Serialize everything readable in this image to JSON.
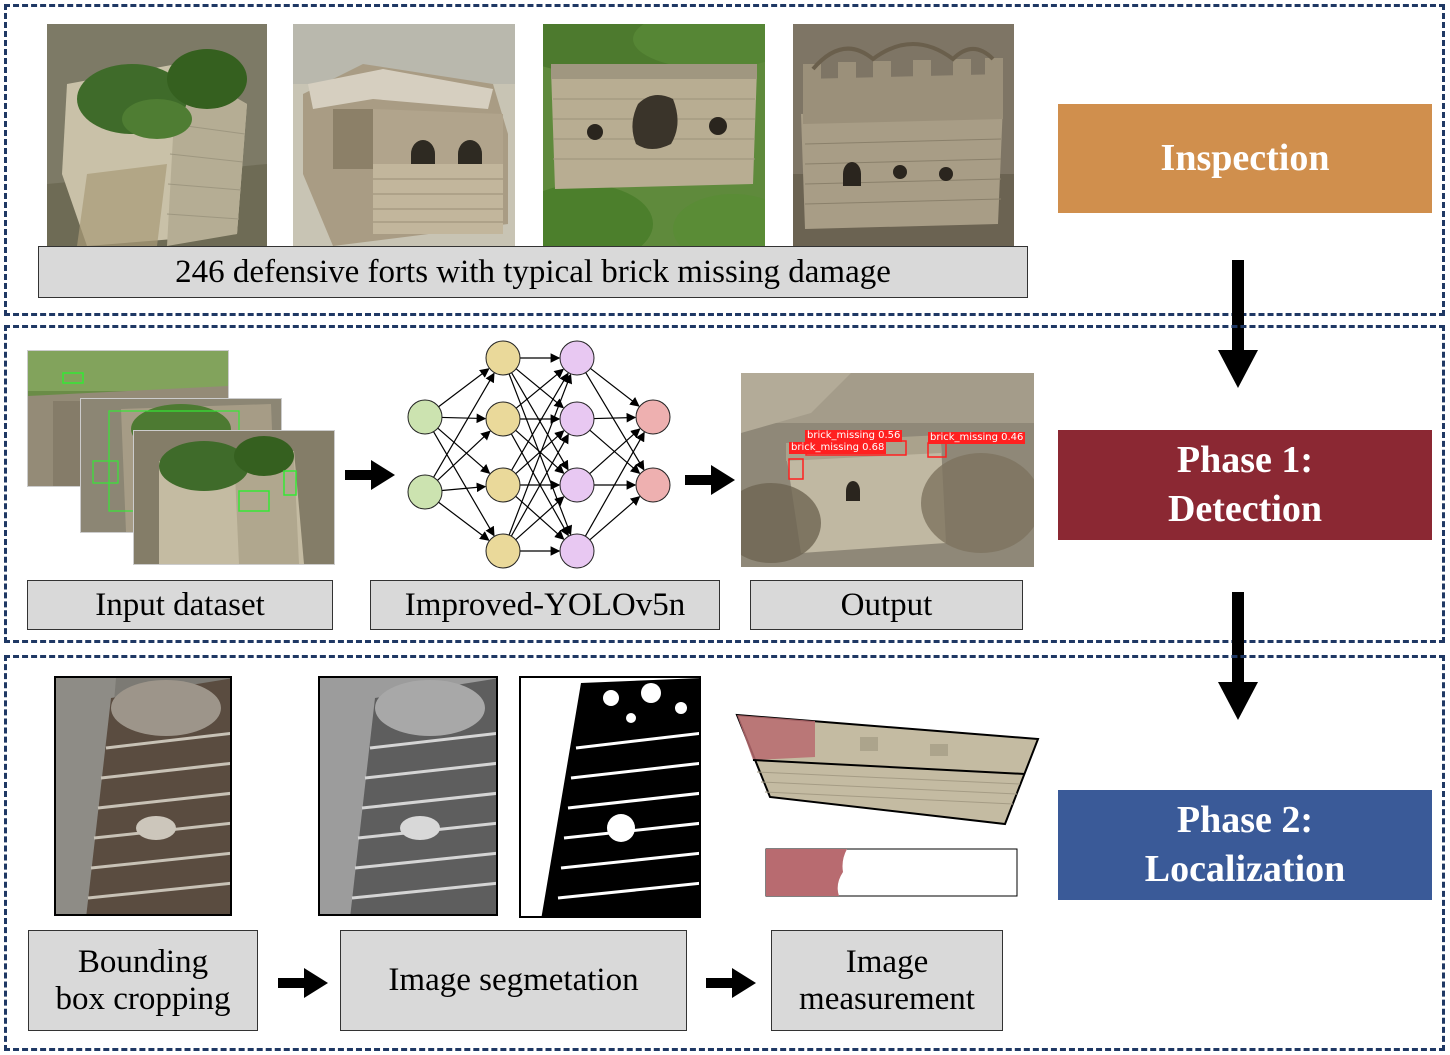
{
  "inspection": {
    "caption": "246 defensive forts with typical brick missing damage",
    "phase_label": "Inspection",
    "photo_icons": [
      "fort-photo-1",
      "fort-photo-2",
      "fort-photo-3",
      "fort-photo-4"
    ]
  },
  "detection": {
    "phase_label_line1": "Phase 1:",
    "phase_label_line2": "Detection",
    "input_label": "Input dataset",
    "model_label": "Improved-YOLOv5n",
    "output_label": "Output",
    "detections": [
      {
        "text": "brick_missing 0.56"
      },
      {
        "text": "brick_missing 0.68"
      },
      {
        "text": "brick_missing 0.46"
      }
    ]
  },
  "localization": {
    "phase_label_line1": "Phase 2:",
    "phase_label_line2": "Localization",
    "crop_label_line1": "Bounding",
    "crop_label_line2": "box cropping",
    "segmentation_label": "Image segmetation",
    "measurement_label_line1": "Image",
    "measurement_label_line2": "measurement"
  },
  "colors": {
    "panel_border": "#1f3864",
    "inspection": "#d08f4d",
    "detection": "#8b2833",
    "localization": "#3a5a98",
    "label_fill": "#d9d9d9",
    "node_input": "#cce3b0",
    "node_hidden1": "#ead99a",
    "node_hidden2": "#e8c8f2",
    "node_output": "#eeb0b0",
    "detection_box": "#ff2020",
    "damage_highlight": "#b86b70"
  }
}
